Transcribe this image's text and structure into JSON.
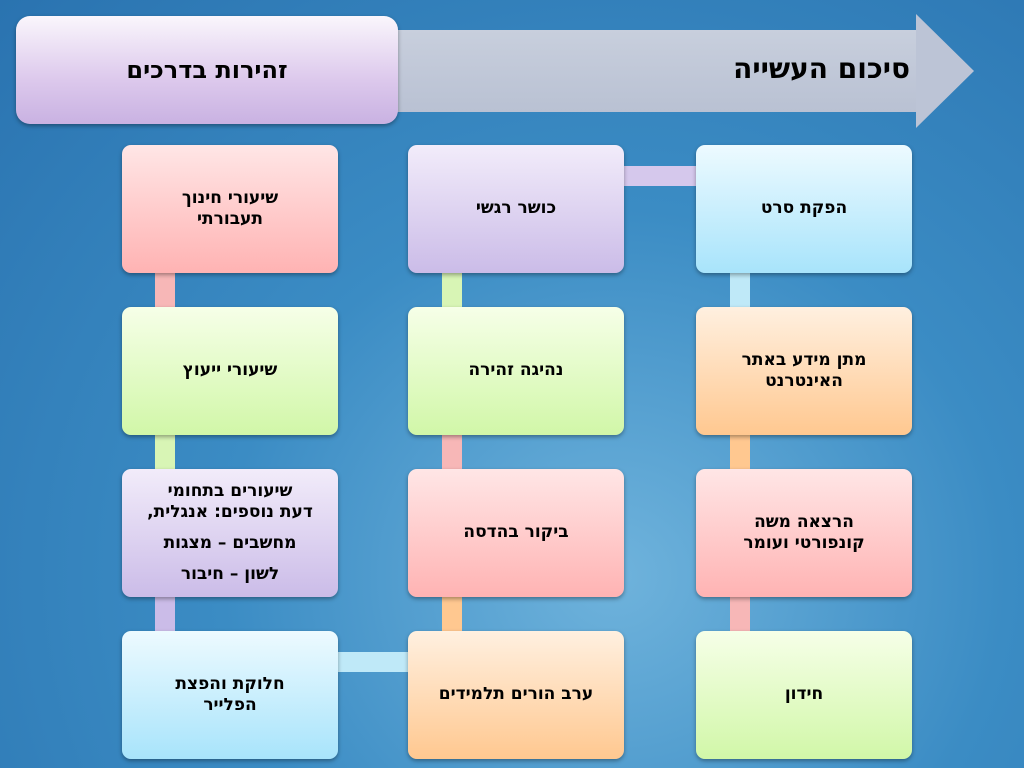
{
  "header": {
    "title": "זהירות בדרכים",
    "arrow_label": "סיכום העשייה"
  },
  "nodes": {
    "a1": [
      "שיעורי חינוך",
      "תעבורתי"
    ],
    "a2": [
      "שיעורי ייעוץ"
    ],
    "a3": [
      "שיעורים בתחומי",
      "דעת נוספים: אנגלית,",
      "מחשבים – מצגות",
      "לשון – חיבור"
    ],
    "a4": [
      "חלוקת והפצת",
      "הפלייר"
    ],
    "b1": [
      "כושר רגשי"
    ],
    "b2": [
      "נהיגה זהירה"
    ],
    "b3": [
      "ביקור בהדסה"
    ],
    "b4": [
      "ערב הורים תלמידים"
    ],
    "c1": [
      "הפקת סרט"
    ],
    "c2": [
      "מתן מידע באתר",
      "האינטרנט"
    ],
    "c3": [
      "הרצאה משה",
      "קונפורטי ועומר"
    ],
    "c4": [
      "חידון"
    ]
  },
  "colors": {
    "pink": "#ffb3b3",
    "purple": "#cbbce8",
    "blue": "#a8e4fb",
    "green": "#d1f7a8",
    "orange": "#ffc890"
  }
}
